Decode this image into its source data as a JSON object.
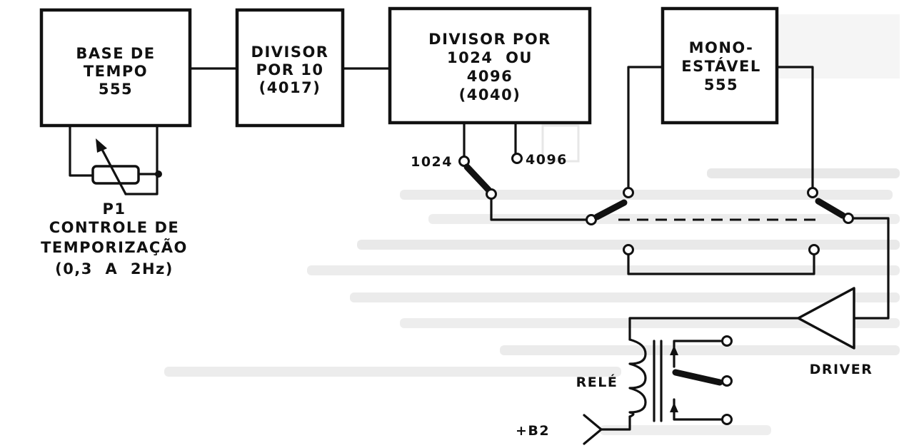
{
  "blocks": {
    "timebase": [
      "BASE DE",
      "TEMPO",
      "555"
    ],
    "div10": [
      "DIVISOR",
      "POR 10",
      "(4017)"
    ],
    "div1024": [
      "DIVISOR POR",
      "1024  OU",
      "4096",
      "(4040)"
    ],
    "mono": [
      "MONO-",
      "ESTÁVEL",
      "555"
    ]
  },
  "pot": [
    "P1",
    "CONTROLE DE",
    "TEMPORIZAÇÃO",
    "(0,3  A  2Hz)"
  ],
  "terminals": {
    "t1024": "1024",
    "t4096": "4096"
  },
  "relay": {
    "label": "RELÉ",
    "supply": "+B2"
  },
  "driver": {
    "label": "DRIVER"
  },
  "colors": {
    "ink": "#111111",
    "paper": "#ffffff",
    "bleed": "#c9c9c9"
  }
}
